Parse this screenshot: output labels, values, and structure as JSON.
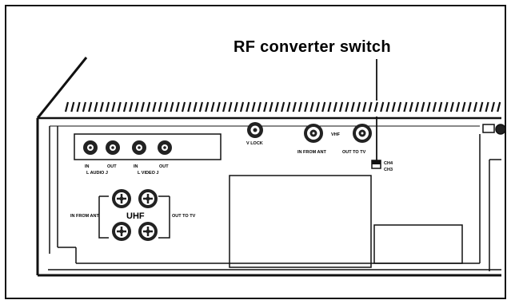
{
  "callout": {
    "label": "RF converter switch"
  },
  "panel": {
    "audio_label": "L AUDIO J",
    "video_label": "L VIDEO J",
    "in_label": "IN",
    "out_label": "OUT",
    "vlock_label": "V LOCK",
    "vhf_label": "VHF",
    "vhf_in_label": "IN FROM ANT",
    "vhf_out_label": "OUT TO TV",
    "uhf_label": "UHF",
    "uhf_in_label": "IN FROM ANT",
    "uhf_out_label": "OUT TO TV",
    "switch_ch4_label": "CH4",
    "switch_ch3_label": "CH3"
  },
  "colors": {
    "ink": "#111111",
    "paper": "#ffffff"
  }
}
